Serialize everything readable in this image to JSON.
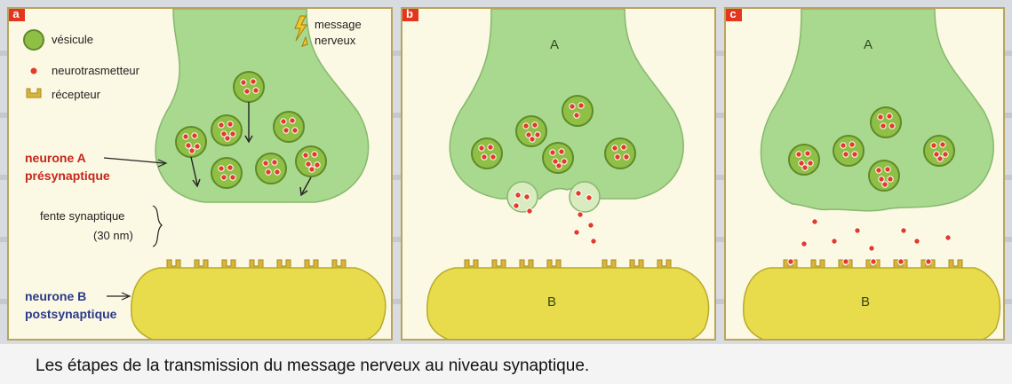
{
  "panels": {
    "a": {
      "tag": "a"
    },
    "b": {
      "tag": "b",
      "neuron_top": "A",
      "neuron_bottom": "B"
    },
    "c": {
      "tag": "c",
      "neuron_top": "A",
      "neuron_bottom": "B"
    }
  },
  "legend": {
    "vesicle": "vésicule",
    "neurotransmitter": "neurotrasmetteur",
    "receptor": "récepteur",
    "message_line1": "message",
    "message_line2": "nerveux"
  },
  "labels": {
    "neuron_a_line1": "neurone A",
    "neuron_a_line2": "présynaptique",
    "cleft_line1": "fente synaptique",
    "cleft_line2": "(30 nm)",
    "neuron_b_line1": "neurone B",
    "neuron_b_line2": "postsynaptique"
  },
  "caption": "Les étapes de la transmission du message nerveux au niveau synaptique.",
  "colors": {
    "presynaptic_fill": "#a9d98f",
    "postsynaptic_fill": "#e9dc4c",
    "vesicle_fill": "#8fbf45",
    "neurotransmitter": "#e23b2a",
    "panel_border": "#b9a45c",
    "label_red": "#c4271d",
    "label_blue": "#2a3a8a"
  },
  "icons": [
    "lightning-icon",
    "vesicle-icon",
    "neurotransmitter-icon",
    "receptor-icon"
  ]
}
